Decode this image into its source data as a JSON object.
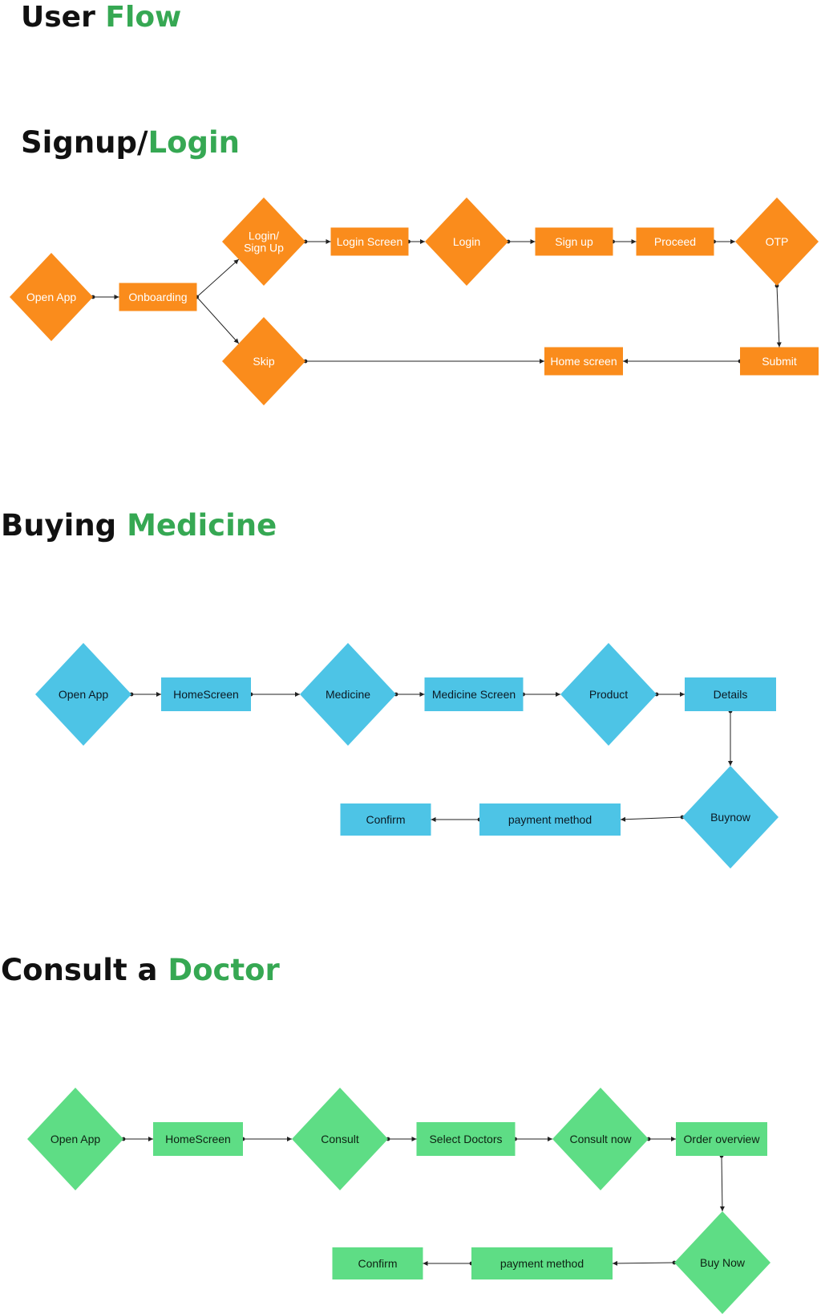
{
  "header": {
    "title_prefix": "User",
    "title_accent": "Flow"
  },
  "sections": {
    "signup": {
      "title_prefix": "Signup/",
      "title_accent": "Login"
    },
    "buying": {
      "title_prefix": "Buying",
      "title_accent": "Medicine"
    },
    "consult": {
      "title_prefix": "Consult a",
      "title_accent": "Doctor"
    }
  },
  "colors": {
    "accent_green": "#36a853",
    "signup_fill": "#fa8c1c",
    "buying_fill": "#4dc4e6",
    "consult_fill": "#5edd85",
    "connector": "#222222"
  },
  "flows": {
    "signup": {
      "nodes": [
        {
          "id": "s_open",
          "shape": "diamond",
          "lines": [
            "Open App"
          ]
        },
        {
          "id": "s_onboard",
          "shape": "rect",
          "lines": [
            "Onboarding"
          ]
        },
        {
          "id": "s_loginsignup",
          "shape": "diamond",
          "lines": [
            "Login/",
            "Sign Up"
          ]
        },
        {
          "id": "s_skip",
          "shape": "diamond",
          "lines": [
            "Skip"
          ]
        },
        {
          "id": "s_loginscreen",
          "shape": "rect",
          "lines": [
            "Login Screen"
          ]
        },
        {
          "id": "s_login",
          "shape": "diamond",
          "lines": [
            "Login"
          ]
        },
        {
          "id": "s_signup",
          "shape": "rect",
          "lines": [
            "Sign up"
          ]
        },
        {
          "id": "s_proceed",
          "shape": "rect",
          "lines": [
            "Proceed"
          ]
        },
        {
          "id": "s_otp",
          "shape": "diamond",
          "lines": [
            "OTP"
          ]
        },
        {
          "id": "s_submit",
          "shape": "rect",
          "lines": [
            "Submit"
          ]
        },
        {
          "id": "s_home",
          "shape": "rect",
          "lines": [
            "Home screen"
          ]
        }
      ],
      "edges": [
        [
          "s_open",
          "s_onboard"
        ],
        [
          "s_onboard",
          "s_loginsignup"
        ],
        [
          "s_onboard",
          "s_skip"
        ],
        [
          "s_loginsignup",
          "s_loginscreen"
        ],
        [
          "s_loginscreen",
          "s_login"
        ],
        [
          "s_login",
          "s_signup"
        ],
        [
          "s_signup",
          "s_proceed"
        ],
        [
          "s_proceed",
          "s_otp"
        ],
        [
          "s_otp",
          "s_submit"
        ],
        [
          "s_submit",
          "s_home"
        ],
        [
          "s_skip",
          "s_home"
        ]
      ]
    },
    "buying": {
      "nodes": [
        {
          "id": "b_open",
          "shape": "diamond",
          "lines": [
            "Open App"
          ]
        },
        {
          "id": "b_home",
          "shape": "rect",
          "lines": [
            "HomeScreen"
          ]
        },
        {
          "id": "b_medicine",
          "shape": "diamond",
          "lines": [
            "Medicine"
          ]
        },
        {
          "id": "b_medscreen",
          "shape": "rect",
          "lines": [
            "Medicine Screen"
          ]
        },
        {
          "id": "b_product",
          "shape": "diamond",
          "lines": [
            "Product"
          ]
        },
        {
          "id": "b_details",
          "shape": "rect",
          "lines": [
            "Details"
          ]
        },
        {
          "id": "b_buynow",
          "shape": "diamond",
          "lines": [
            "Buynow"
          ]
        },
        {
          "id": "b_payment",
          "shape": "rect",
          "lines": [
            "payment method"
          ]
        },
        {
          "id": "b_confirm",
          "shape": "rect",
          "lines": [
            "Confirm"
          ]
        }
      ],
      "edges": [
        [
          "b_open",
          "b_home"
        ],
        [
          "b_home",
          "b_medicine"
        ],
        [
          "b_medicine",
          "b_medscreen"
        ],
        [
          "b_medscreen",
          "b_product"
        ],
        [
          "b_product",
          "b_details"
        ],
        [
          "b_details",
          "b_buynow"
        ],
        [
          "b_buynow",
          "b_payment"
        ],
        [
          "b_payment",
          "b_confirm"
        ]
      ]
    },
    "consult": {
      "nodes": [
        {
          "id": "c_open",
          "shape": "diamond",
          "lines": [
            "Open App"
          ]
        },
        {
          "id": "c_home",
          "shape": "rect",
          "lines": [
            "HomeScreen"
          ]
        },
        {
          "id": "c_consult",
          "shape": "diamond",
          "lines": [
            "Consult"
          ]
        },
        {
          "id": "c_select",
          "shape": "rect",
          "lines": [
            "Select Doctors"
          ]
        },
        {
          "id": "c_consultnow",
          "shape": "diamond",
          "lines": [
            "Consult now"
          ]
        },
        {
          "id": "c_order",
          "shape": "rect",
          "lines": [
            "Order overview"
          ]
        },
        {
          "id": "c_buynow",
          "shape": "diamond",
          "lines": [
            "Buy Now"
          ]
        },
        {
          "id": "c_payment",
          "shape": "rect",
          "lines": [
            "payment method"
          ]
        },
        {
          "id": "c_confirm",
          "shape": "rect",
          "lines": [
            "Confirm"
          ]
        }
      ],
      "edges": [
        [
          "c_open",
          "c_home"
        ],
        [
          "c_home",
          "c_consult"
        ],
        [
          "c_consult",
          "c_select"
        ],
        [
          "c_select",
          "c_consultnow"
        ],
        [
          "c_consultnow",
          "c_order"
        ],
        [
          "c_order",
          "c_buynow"
        ],
        [
          "c_buynow",
          "c_payment"
        ],
        [
          "c_payment",
          "c_confirm"
        ]
      ]
    }
  }
}
